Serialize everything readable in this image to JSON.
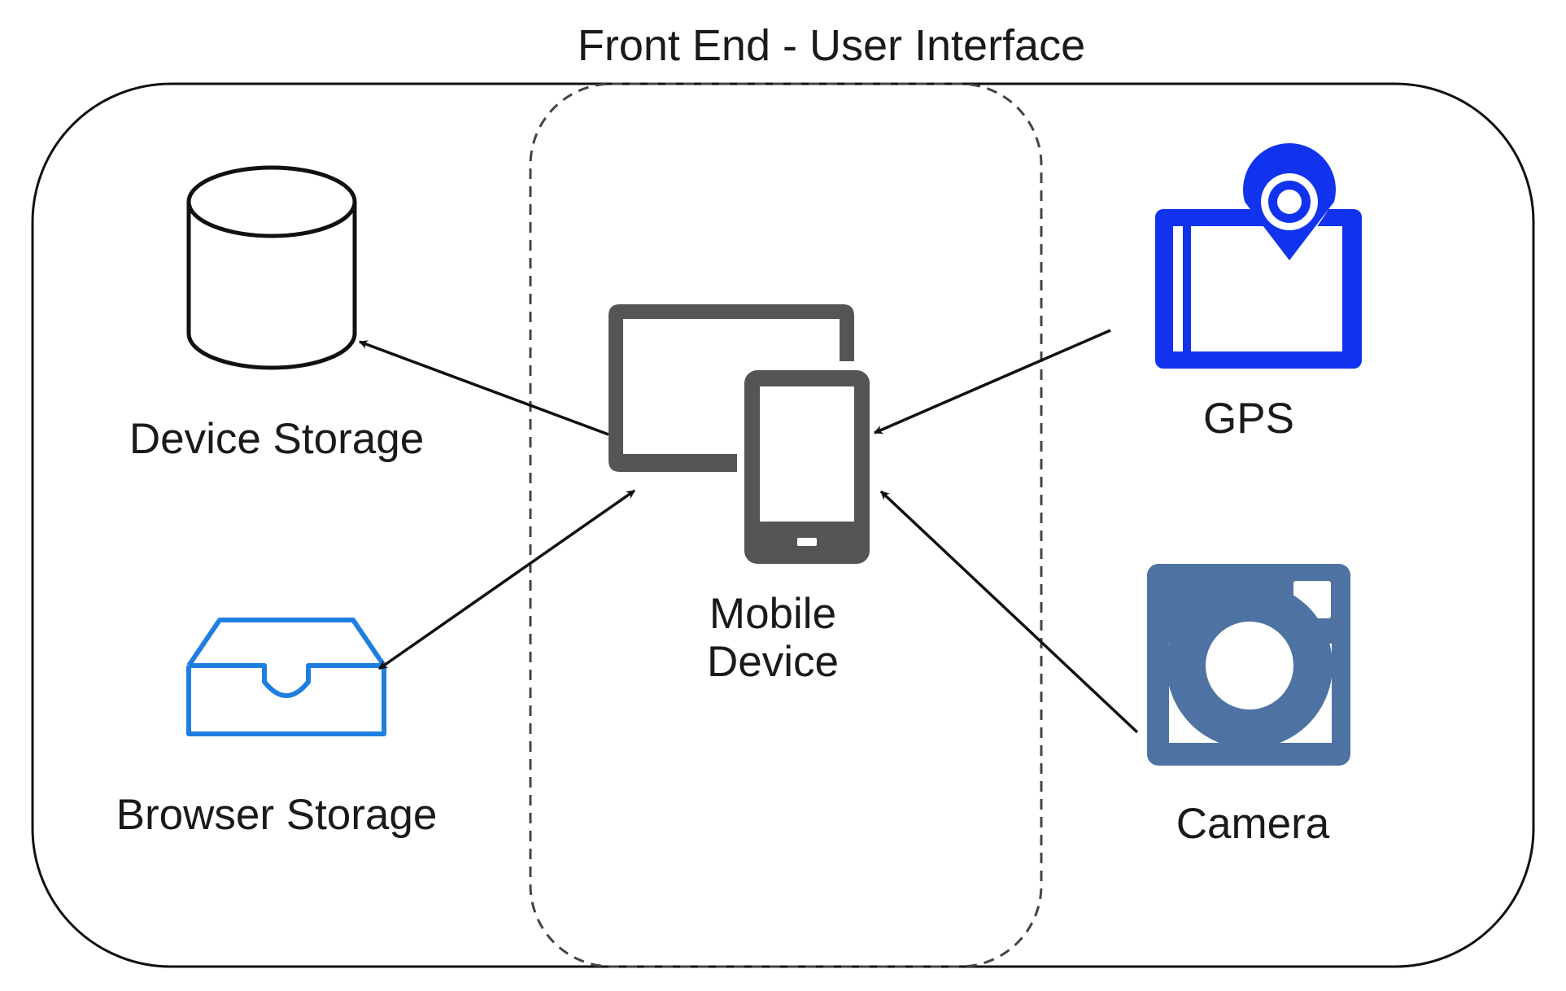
{
  "diagram": {
    "title": "Front End - User Interface",
    "nodes": {
      "device_storage": {
        "label": "Device Storage",
        "icon": "database-cylinder-icon"
      },
      "browser_storage": {
        "label": "Browser Storage",
        "icon": "inbox-tray-icon"
      },
      "mobile_device": {
        "label_line1": "Mobile",
        "label_line2": "Device",
        "icon": "tablet-and-phone-icon"
      },
      "gps": {
        "label": "GPS",
        "icon": "map-location-pin-icon"
      },
      "camera": {
        "label": "Camera",
        "icon": "camera-icon"
      }
    },
    "edges": [
      {
        "from": "mobile_device",
        "to": "device_storage",
        "direction": "one-way"
      },
      {
        "from": "mobile_device",
        "to": "browser_storage",
        "direction": "two-way"
      },
      {
        "from": "gps",
        "to": "mobile_device",
        "direction": "one-way"
      },
      {
        "from": "camera",
        "to": "mobile_device",
        "direction": "one-way"
      }
    ],
    "colors": {
      "outline": "#111111",
      "device_gray": "#555555",
      "gps_blue": "#1133EE",
      "browser_storage_blue": "#1E7FE0",
      "camera_blue": "#4E73A2"
    }
  }
}
